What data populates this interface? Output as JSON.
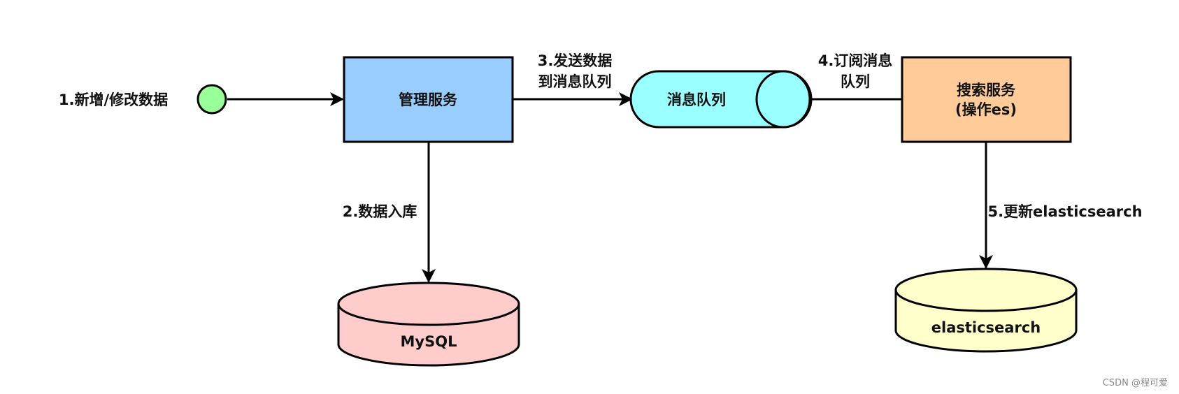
{
  "nodes": {
    "start": {
      "color": "#99ff99"
    },
    "mgmt": {
      "label": "管理服务",
      "color": "#99ccff"
    },
    "mq": {
      "label": "消息队列",
      "color": "#99ffff"
    },
    "search": {
      "line1": "搜索服务",
      "line2": "(操作es)",
      "color": "#ffcc99"
    },
    "mysql": {
      "label": "MySQL",
      "color": "#ffcccc"
    },
    "es": {
      "label": "elasticsearch",
      "color": "#ffffcc"
    }
  },
  "edges": {
    "step1": "1.新增/修改数据",
    "step2": "2.数据入库",
    "step3_line1": "3.发送数据",
    "step3_line2": "到消息队列",
    "step4_line1": "4.订阅消息",
    "step4_line2": "队列",
    "step5": "5.更新elasticsearch"
  },
  "watermark": "CSDN @程可爱"
}
